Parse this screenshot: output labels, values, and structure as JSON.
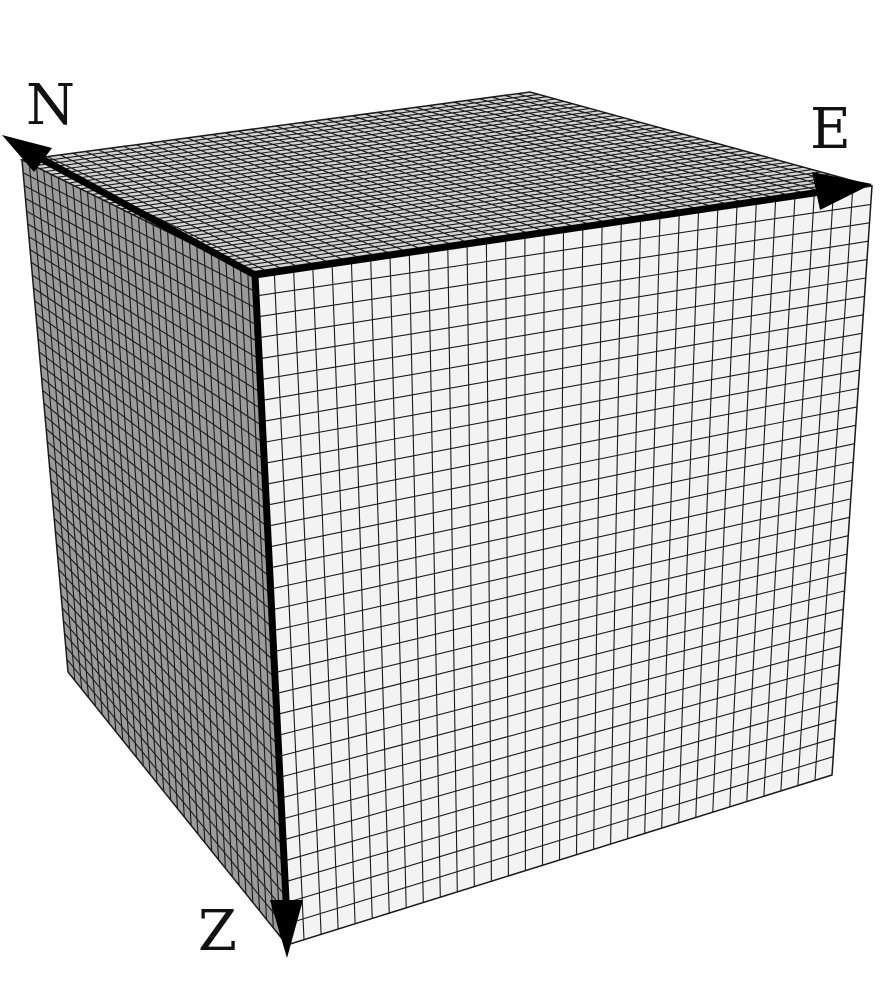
{
  "figure": {
    "axes": [
      {
        "id": "north",
        "label": "N"
      },
      {
        "id": "east",
        "label": "E"
      },
      {
        "id": "down",
        "label": "Z"
      }
    ]
  },
  "mesh": {
    "top_divisions": 40,
    "front_divisions_h": 32,
    "front_divisions_v": 32,
    "side_divisions_h": 32,
    "side_divisions_v": 40
  },
  "colors": {
    "top_face": "#d4d4d4",
    "front_face": "#f3f3f3",
    "side_face": "#9b9b9b",
    "grid_line": "#1a1a1a",
    "axis": "#000000",
    "background": "#ffffff"
  }
}
